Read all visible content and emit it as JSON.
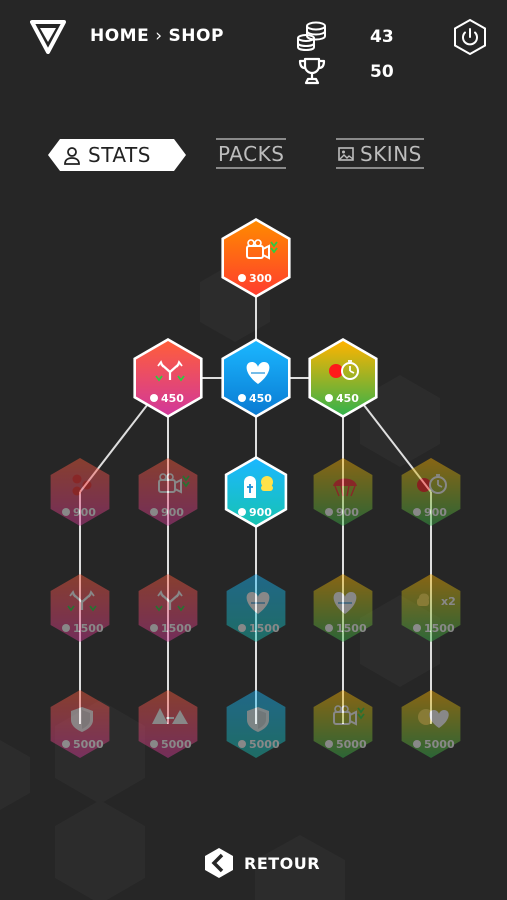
{
  "header": {
    "breadcrumb": [
      "HOME",
      "SHOP"
    ],
    "coins": "43",
    "trophies": "50"
  },
  "tabs": [
    {
      "label": "STATS",
      "active": true,
      "icon": "user-icon"
    },
    {
      "label": "PACKS",
      "active": false
    },
    {
      "label": "SKINS",
      "active": false,
      "icon": "image-icon"
    }
  ],
  "tree": {
    "rows": [
      [
        {
          "id": "camera-boost",
          "price": "300",
          "icon": "camera-icon",
          "gradient": [
            "#ff8a00",
            "#ff3d2e"
          ],
          "locked": false
        }
      ],
      [
        {
          "id": "split-arrows",
          "price": "450",
          "icon": "split-arrows-icon",
          "gradient": [
            "#ff5e3a",
            "#d2389a"
          ],
          "locked": false
        },
        {
          "id": "health",
          "price": "450",
          "icon": "heart-hp-icon",
          "gradient": [
            "#1bb7ff",
            "#0a7bd3"
          ],
          "locked": false
        },
        {
          "id": "timer-bomb",
          "price": "450",
          "icon": "timer-icon",
          "gradient": [
            "#ffb300",
            "#34b24a"
          ],
          "locked": false
        }
      ],
      [
        {
          "id": "multi-dots",
          "price": "900",
          "icon": "dots-icon",
          "gradient": [
            "#ff5e3a",
            "#d2389a"
          ],
          "locked": true
        },
        {
          "id": "camera-2",
          "price": "900",
          "icon": "camera-icon",
          "gradient": [
            "#ff5e3a",
            "#d2389a"
          ],
          "locked": true
        },
        {
          "id": "revive",
          "price": "900",
          "icon": "tombstone-icon",
          "gradient": [
            "#1bb7ff",
            "#17c3b2"
          ],
          "locked": false
        },
        {
          "id": "net",
          "price": "900",
          "icon": "net-icon",
          "gradient": [
            "#ffb300",
            "#34b24a"
          ],
          "locked": true
        },
        {
          "id": "timer-2",
          "price": "900",
          "icon": "timer-icon",
          "gradient": [
            "#ffb300",
            "#34b24a"
          ],
          "locked": true
        }
      ],
      [
        {
          "id": "split-2",
          "price": "1500",
          "icon": "split-arrows-icon",
          "gradient": [
            "#ff5e3a",
            "#d2389a"
          ],
          "locked": true
        },
        {
          "id": "split-3",
          "price": "1500",
          "icon": "split-arrows-icon",
          "gradient": [
            "#ff5e3a",
            "#d2389a"
          ],
          "locked": true
        },
        {
          "id": "health-2",
          "price": "1500",
          "icon": "heart-hp-icon",
          "gradient": [
            "#1bb7ff",
            "#17c3b2"
          ],
          "locked": true
        },
        {
          "id": "health-3",
          "price": "1500",
          "icon": "heart-hp-icon",
          "gradient": [
            "#ffb300",
            "#34b24a"
          ],
          "locked": true
        },
        {
          "id": "double",
          "price": "1500",
          "icon": "x2-icon",
          "badge": "x2",
          "gradient": [
            "#ffb300",
            "#34b24a"
          ],
          "locked": true
        }
      ],
      [
        {
          "id": "shield",
          "price": "5000",
          "icon": "shield-icon",
          "gradient": [
            "#ff5e3a",
            "#d2389a"
          ],
          "locked": true
        },
        {
          "id": "shapes",
          "price": "5000",
          "icon": "shapes-icon",
          "gradient": [
            "#ff5e3a",
            "#d2389a"
          ],
          "locked": true
        },
        {
          "id": "shield-2",
          "price": "5000",
          "icon": "shield-icon",
          "gradient": [
            "#1bb7ff",
            "#17c3b2"
          ],
          "locked": true
        },
        {
          "id": "camera-3",
          "price": "5000",
          "icon": "camera-icon",
          "gradient": [
            "#ffb300",
            "#34b24a"
          ],
          "locked": true
        },
        {
          "id": "combo",
          "price": "5000",
          "icon": "combo-icon",
          "gradient": [
            "#ffb300",
            "#34b24a"
          ],
          "locked": true
        }
      ]
    ]
  },
  "footer": {
    "back_label": "RETOUR"
  }
}
